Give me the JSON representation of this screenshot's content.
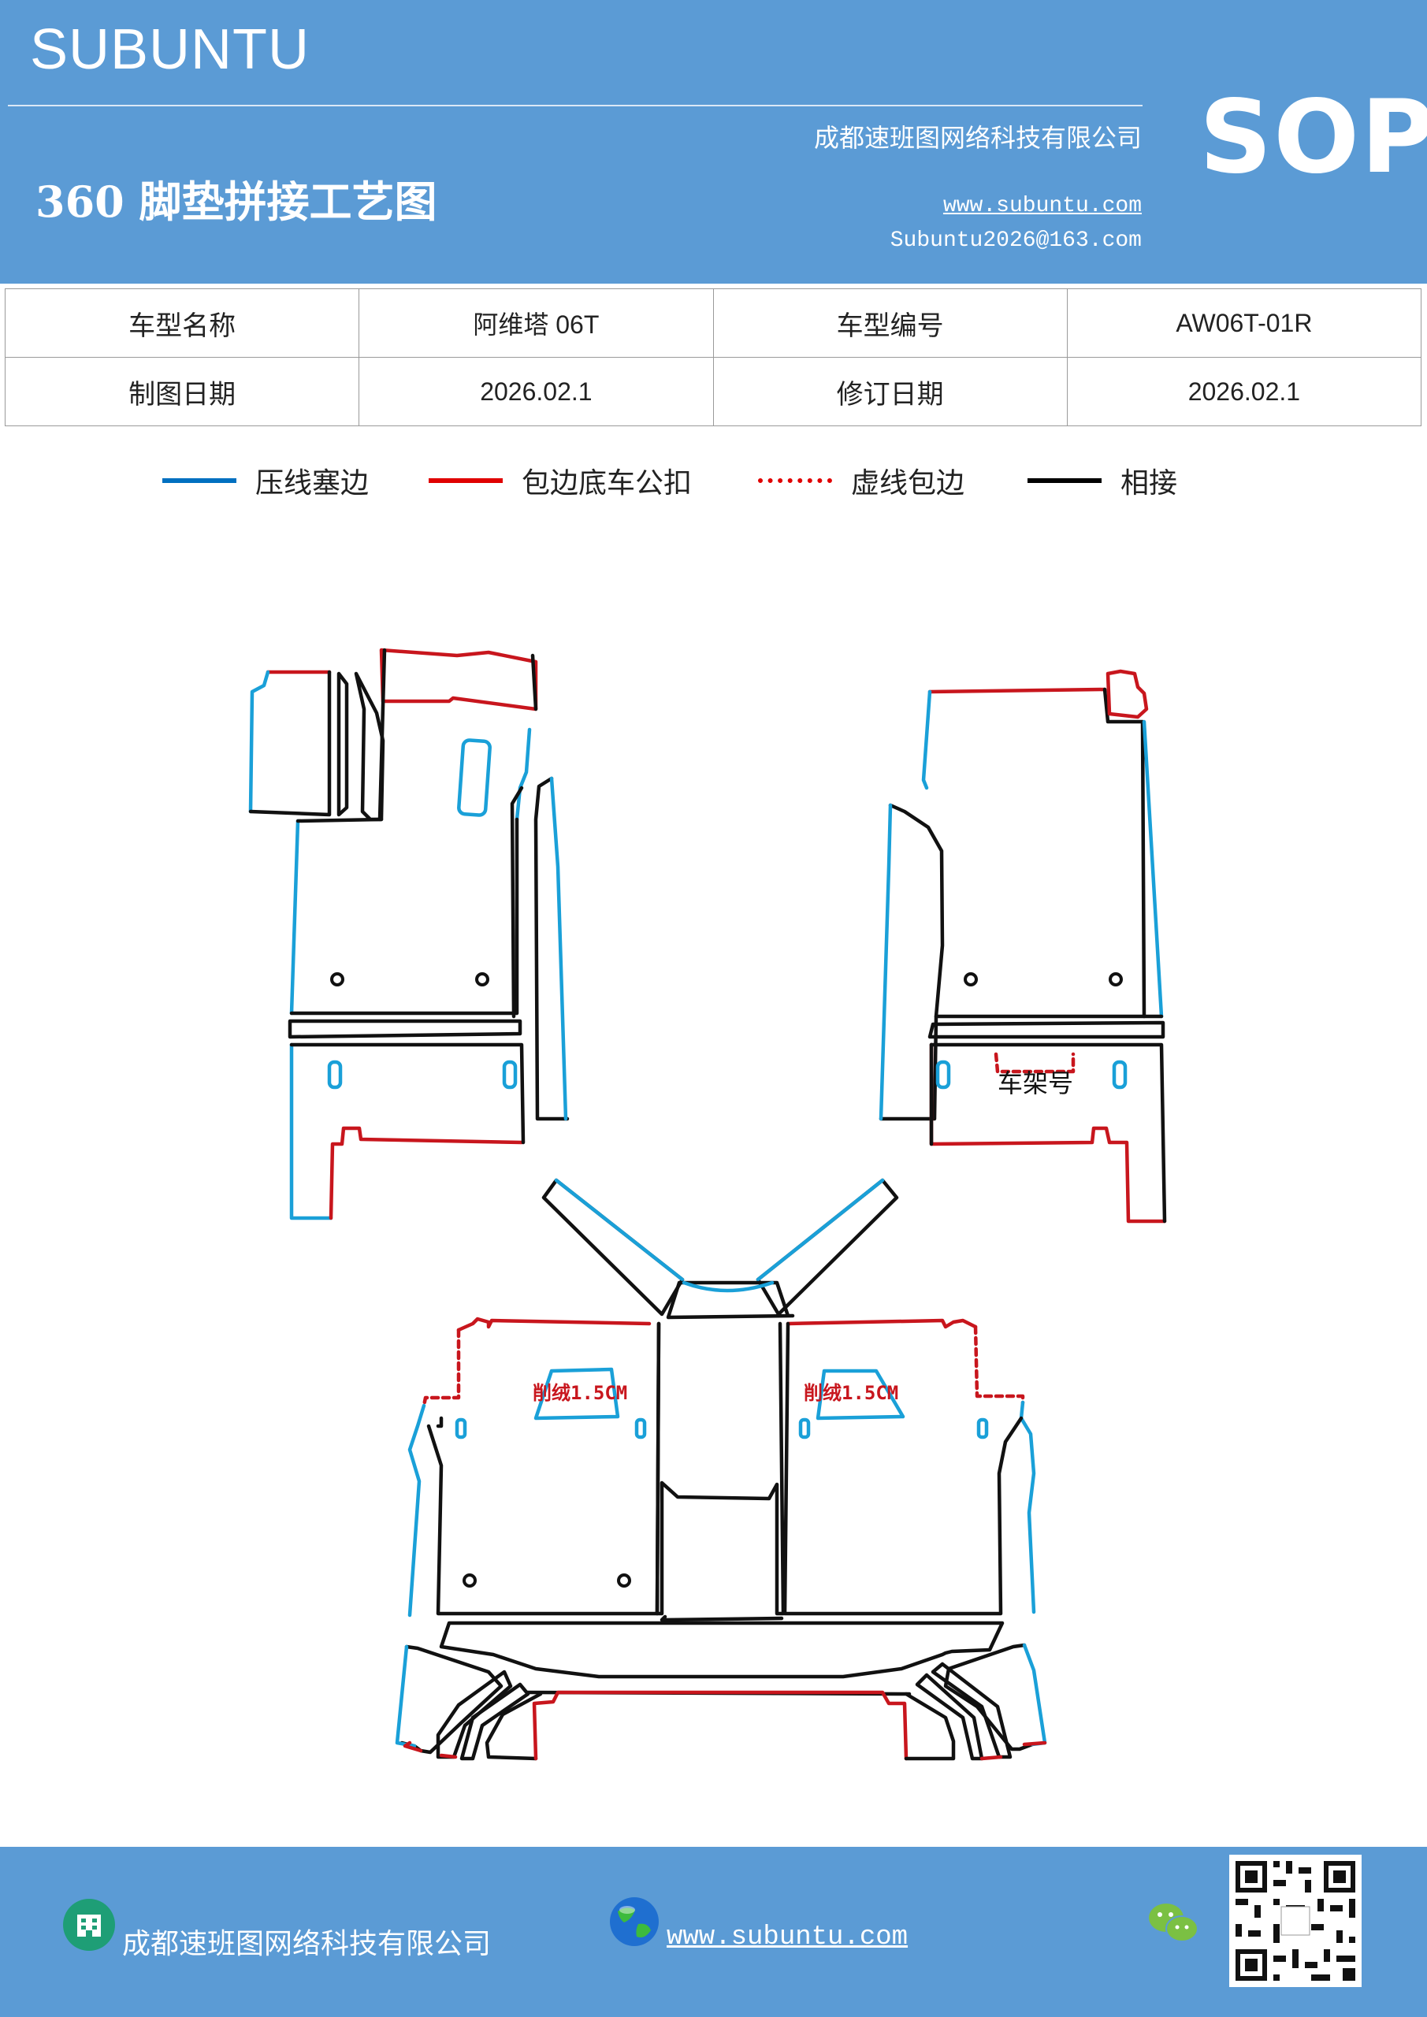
{
  "header": {
    "brand": "SUBUNTU",
    "company": "成都速班图网络科技有限公司",
    "title": "360 脚垫拼接工艺图",
    "website": "www.subuntu.com",
    "email": "Subuntu2026@163.com",
    "badge": "SOP"
  },
  "info_table": {
    "model_name_label": "车型名称",
    "model_name_value": "阿维塔 06T",
    "model_code_label": "车型编号",
    "model_code_value": "AW06T-01R",
    "draw_date_label": "制图日期",
    "draw_date_value": "2026.02.1",
    "revise_date_label": "修订日期",
    "revise_date_value": "2026.02.1"
  },
  "legend": [
    {
      "label": "压线塞边",
      "color": "#0070c0",
      "style": "solid"
    },
    {
      "label": "包边底车公扣",
      "color": "#e00000",
      "style": "solid"
    },
    {
      "label": "虚线包边",
      "color": "#e00000",
      "style": "dashed"
    },
    {
      "label": "相接",
      "color": "#000000",
      "style": "solid"
    }
  ],
  "diagram": {
    "colors": {
      "press": "#1aa0d8",
      "wrap": "#c8161d",
      "join": "#111111"
    },
    "frame_label": "车架号",
    "shave_label_left": "削绒1.5CM",
    "shave_label_right": "削绒1.5CM"
  },
  "footer": {
    "company": "成都速班图网络科技有限公司",
    "website": "www.subuntu.com",
    "icons": [
      "building-icon",
      "globe-icon",
      "wechat-icon",
      "qr-code"
    ]
  }
}
